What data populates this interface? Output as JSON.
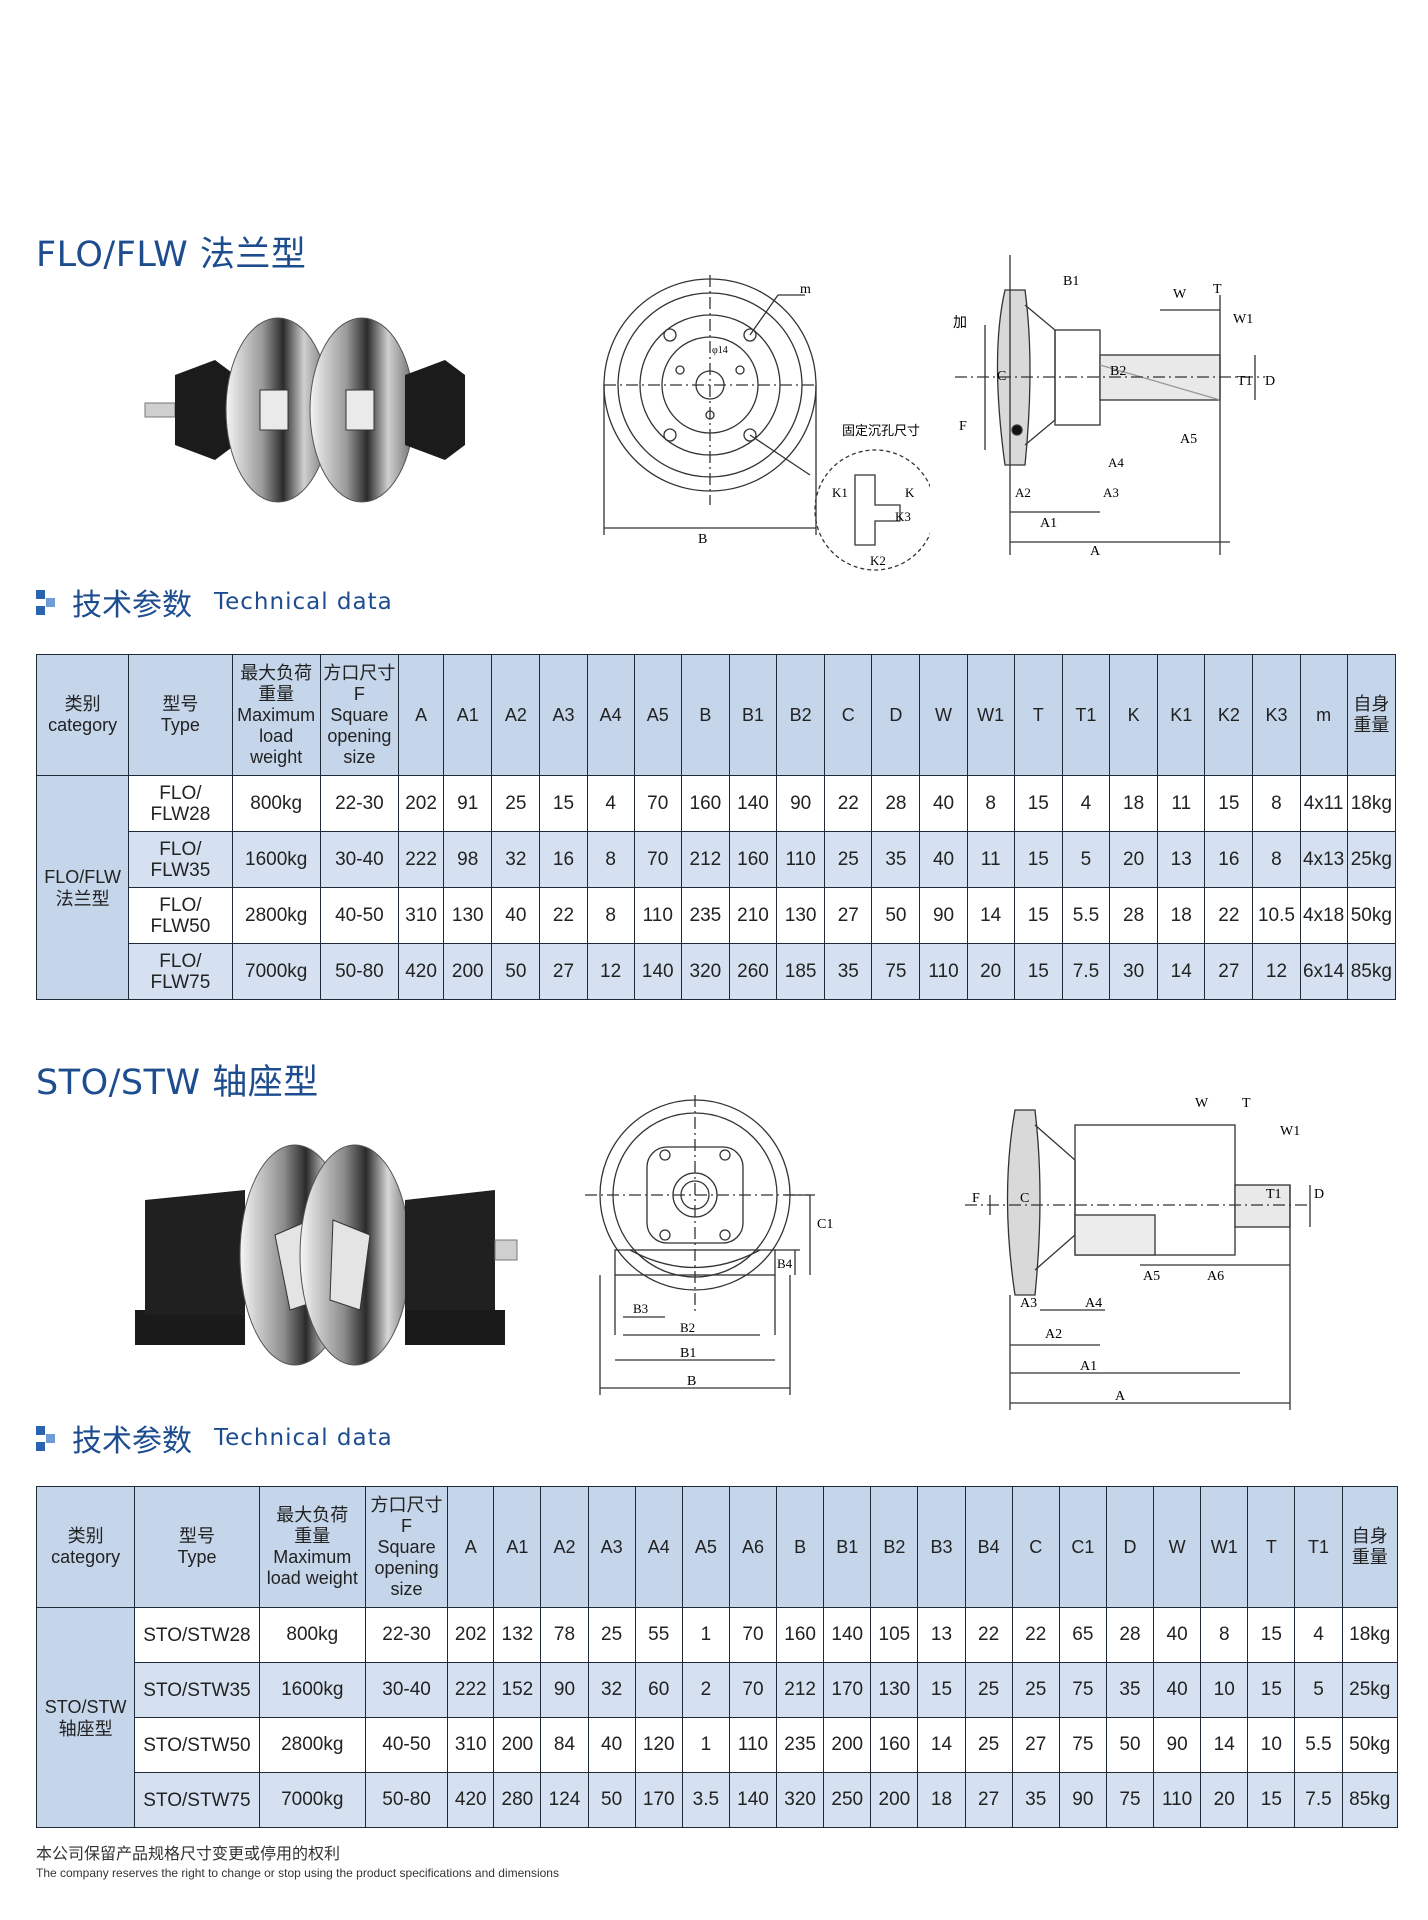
{
  "flo": {
    "title": "FLO/FLW 法兰型",
    "drawing_labels": {
      "m": "m",
      "B": "B",
      "note": "固定沉孔尺寸",
      "K1": "K1",
      "K": "K",
      "K3": "K3",
      "K2": "K2",
      "B1": "B1",
      "W": "W",
      "T": "T",
      "W1": "W1",
      "T1": "T1",
      "D": "D",
      "B2": "B2",
      "C": "C",
      "F": "F",
      "A5": "A5",
      "A4": "A4",
      "A3": "A3",
      "A2": "A2",
      "A1": "A1",
      "A": "A",
      "add": "加",
      "phi": "φ14"
    },
    "tech_head": {
      "cn": "技术参数",
      "en": "Technical data"
    },
    "table": {
      "headers": [
        "类别\ncategory",
        "型号\nType",
        "最大负荷\n重量\nMaximum\nload\nweight",
        "方口尺寸\nF\nSquare\nopening\nsize",
        "A",
        "A1",
        "A2",
        "A3",
        "A4",
        "A5",
        "B",
        "B1",
        "B2",
        "C",
        "D",
        "W",
        "W1",
        "T",
        "T1",
        "K",
        "K1",
        "K2",
        "K3",
        "m",
        "自身\n重量"
      ],
      "category": "FLO/FLW\n法兰型",
      "rows": [
        [
          "FLO/\nFLW28",
          "800kg",
          "22-30",
          "202",
          "91",
          "25",
          "15",
          "4",
          "70",
          "160",
          "140",
          "90",
          "22",
          "28",
          "40",
          "8",
          "15",
          "4",
          "18",
          "11",
          "15",
          "8",
          "4x11",
          "18kg"
        ],
        [
          "FLO/\nFLW35",
          "1600kg",
          "30-40",
          "222",
          "98",
          "32",
          "16",
          "8",
          "70",
          "212",
          "160",
          "110",
          "25",
          "35",
          "40",
          "11",
          "15",
          "5",
          "20",
          "13",
          "16",
          "8",
          "4x13",
          "25kg"
        ],
        [
          "FLO/\nFLW50",
          "2800kg",
          "40-50",
          "310",
          "130",
          "40",
          "22",
          "8",
          "110",
          "235",
          "210",
          "130",
          "27",
          "50",
          "90",
          "14",
          "15",
          "5.5",
          "28",
          "18",
          "22",
          "10.5",
          "4x18",
          "50kg"
        ],
        [
          "FLO/\nFLW75",
          "7000kg",
          "50-80",
          "420",
          "200",
          "50",
          "27",
          "12",
          "140",
          "320",
          "260",
          "185",
          "35",
          "75",
          "110",
          "20",
          "15",
          "7.5",
          "30",
          "14",
          "27",
          "12",
          "6x14",
          "85kg"
        ]
      ]
    }
  },
  "sto": {
    "title": "STO/STW 轴座型",
    "drawing_labels": {
      "C1": "C1",
      "B4": "B4",
      "B3": "B3",
      "B2": "B2",
      "B1": "B1",
      "B": "B",
      "W": "W",
      "T": "T",
      "W1": "W1",
      "F": "F",
      "C": "C",
      "T1": "T1",
      "D": "D",
      "A5": "A5",
      "A6": "A6",
      "A3": "A3",
      "A4": "A4",
      "A2": "A2",
      "A1": "A1",
      "A": "A"
    },
    "tech_head": {
      "cn": "技术参数",
      "en": "Technical data"
    },
    "table": {
      "headers": [
        "类别\ncategory",
        "型号\nType",
        "最大负荷\n重量\nMaximum\nload weight",
        "方口尺寸\nF\nSquare\nopening\nsize",
        "A",
        "A1",
        "A2",
        "A3",
        "A4",
        "A5",
        "A6",
        "B",
        "B1",
        "B2",
        "B3",
        "B4",
        "C",
        "C1",
        "D",
        "W",
        "W1",
        "T",
        "T1",
        "自身\n重量"
      ],
      "category": "STO/STW\n轴座型",
      "rows": [
        [
          "STO/STW28",
          "800kg",
          "22-30",
          "202",
          "132",
          "78",
          "25",
          "55",
          "1",
          "70",
          "160",
          "140",
          "105",
          "13",
          "22",
          "22",
          "65",
          "28",
          "40",
          "8",
          "15",
          "4",
          "18kg"
        ],
        [
          "STO/STW35",
          "1600kg",
          "30-40",
          "222",
          "152",
          "90",
          "32",
          "60",
          "2",
          "70",
          "212",
          "170",
          "130",
          "15",
          "25",
          "25",
          "75",
          "35",
          "40",
          "10",
          "15",
          "5",
          "25kg"
        ],
        [
          "STO/STW50",
          "2800kg",
          "40-50",
          "310",
          "200",
          "84",
          "40",
          "120",
          "1",
          "110",
          "235",
          "200",
          "160",
          "14",
          "25",
          "27",
          "75",
          "50",
          "90",
          "14",
          "10",
          "5.5",
          "50kg"
        ],
        [
          "STO/STW75",
          "7000kg",
          "50-80",
          "420",
          "280",
          "124",
          "50",
          "170",
          "3.5",
          "140",
          "320",
          "250",
          "200",
          "18",
          "27",
          "35",
          "90",
          "75",
          "110",
          "20",
          "15",
          "7.5",
          "85kg"
        ]
      ]
    }
  },
  "footer": {
    "cn": "本公司保留产品规格尺寸变更或停用的权利",
    "en": "The company reserves the right to change or stop using the product specifications and dimensions"
  }
}
